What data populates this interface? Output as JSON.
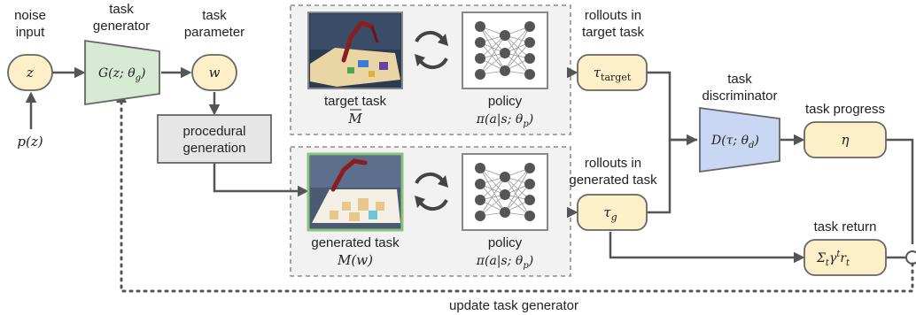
{
  "labels": {
    "noise_input_1": "noise",
    "noise_input_2": "input",
    "task_generator_1": "task",
    "task_generator_2": "generator",
    "task_parameter_1": "task",
    "task_parameter_2": "parameter",
    "procedural_1": "procedural",
    "procedural_2": "generation",
    "target_task": "target task",
    "generated_task": "generated task",
    "policy_top": "policy",
    "policy_bottom": "policy",
    "rollouts_target_1": "rollouts in",
    "rollouts_target_2": "target task",
    "rollouts_gen_1": "rollouts in",
    "rollouts_gen_2": "generated task",
    "task_disc_1": "task",
    "task_disc_2": "discriminator",
    "task_progress": "task progress",
    "task_return": "task return",
    "update_task_generator": "update task generator"
  },
  "math": {
    "z": "z",
    "pz": "p(z)",
    "generator": "G(z; θ",
    "generator_sub": "g",
    "w": "w",
    "m_bar": "M",
    "m_w": "M(w)",
    "policy_top": "π(a|s; θ",
    "policy_top_sub": "p",
    "policy_bottom": "π(a|s; θ",
    "policy_bottom_sub": "p",
    "tau_target": "τ",
    "tau_target_sub": "target",
    "tau_g": "τ",
    "tau_g_sub": "g",
    "disc": "D(τ; θ",
    "disc_sub": "d",
    "eta": "η",
    "return": "Σ",
    "return_t1": "t",
    "return_gamma": "γ",
    "return_sup": "t",
    "return_r": "r",
    "return_t2": "t"
  },
  "colors": {
    "node_fill": "#fdf0c8",
    "generator_fill": "#d7ead3",
    "discriminator_fill": "#c9d6f4",
    "procedural_fill": "#e6e6e6",
    "panel_fill": "#f2f2f2",
    "edge": "#555555"
  },
  "icons": {
    "cycle": "cycle-arrows-icon",
    "network": "neural-network-icon"
  }
}
